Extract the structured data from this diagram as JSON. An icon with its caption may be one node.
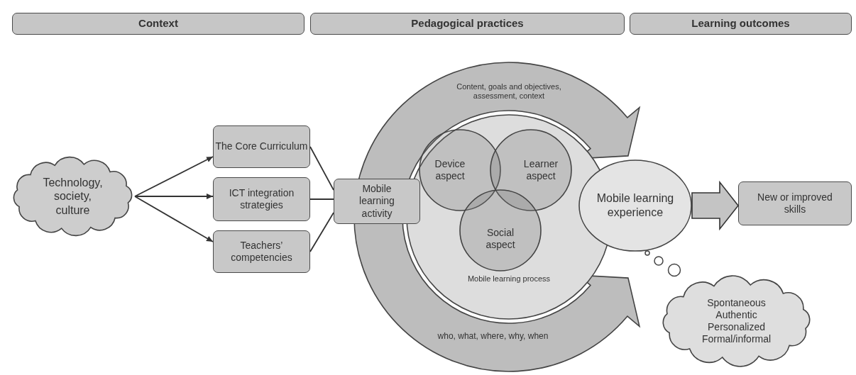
{
  "diagram": {
    "nodes": [
      {
        "text": [
          "Context"
        ]
      },
      {
        "text": [
          "Pedagogical practices"
        ]
      },
      {
        "text": [
          "Learning outcomes"
        ]
      },
      {
        "text": [
          "Technology, society, culture"
        ]
      },
      {
        "text": [
          "The Core Curriculum"
        ]
      },
      {
        "text": [
          "ICT integration strategies"
        ]
      },
      {
        "text": [
          "Teachers’ competencies"
        ]
      },
      {
        "text": [
          "Mobile learning activity"
        ]
      },
      {
        "text": [
          "Content, goals and objectives, assessment, context",
          "who, what, where, why, when"
        ]
      },
      {
        "text": [
          "Mobile learning process"
        ],
        "in": 8
      },
      {
        "text": [
          "Device aspect"
        ],
        "in": 9
      },
      {
        "text": [
          "Learner aspect"
        ],
        "in": 9
      },
      {
        "text": [
          "Social aspect"
        ],
        "in": 9
      },
      {
        "text": [
          "Mobile learning experience"
        ]
      },
      {
        "text": [
          "New or improved skills"
        ]
      },
      {
        "text": [
          "Spontaneous Authentic Personalized Formal/informal"
        ]
      }
    ],
    "edges": [
      {
        "from": 3,
        "to": 4,
        "arrow": "to"
      },
      {
        "from": 3,
        "to": 5,
        "arrow": "to"
      },
      {
        "from": 3,
        "to": 6,
        "arrow": "to"
      },
      {
        "from": 4,
        "to": 7,
        "arrow": "none"
      },
      {
        "from": 5,
        "to": 7,
        "arrow": "none"
      },
      {
        "from": 6,
        "to": 7,
        "arrow": "none"
      },
      {
        "from": 13,
        "to": 14,
        "arrow": "to",
        "style": "thick"
      }
    ]
  }
}
